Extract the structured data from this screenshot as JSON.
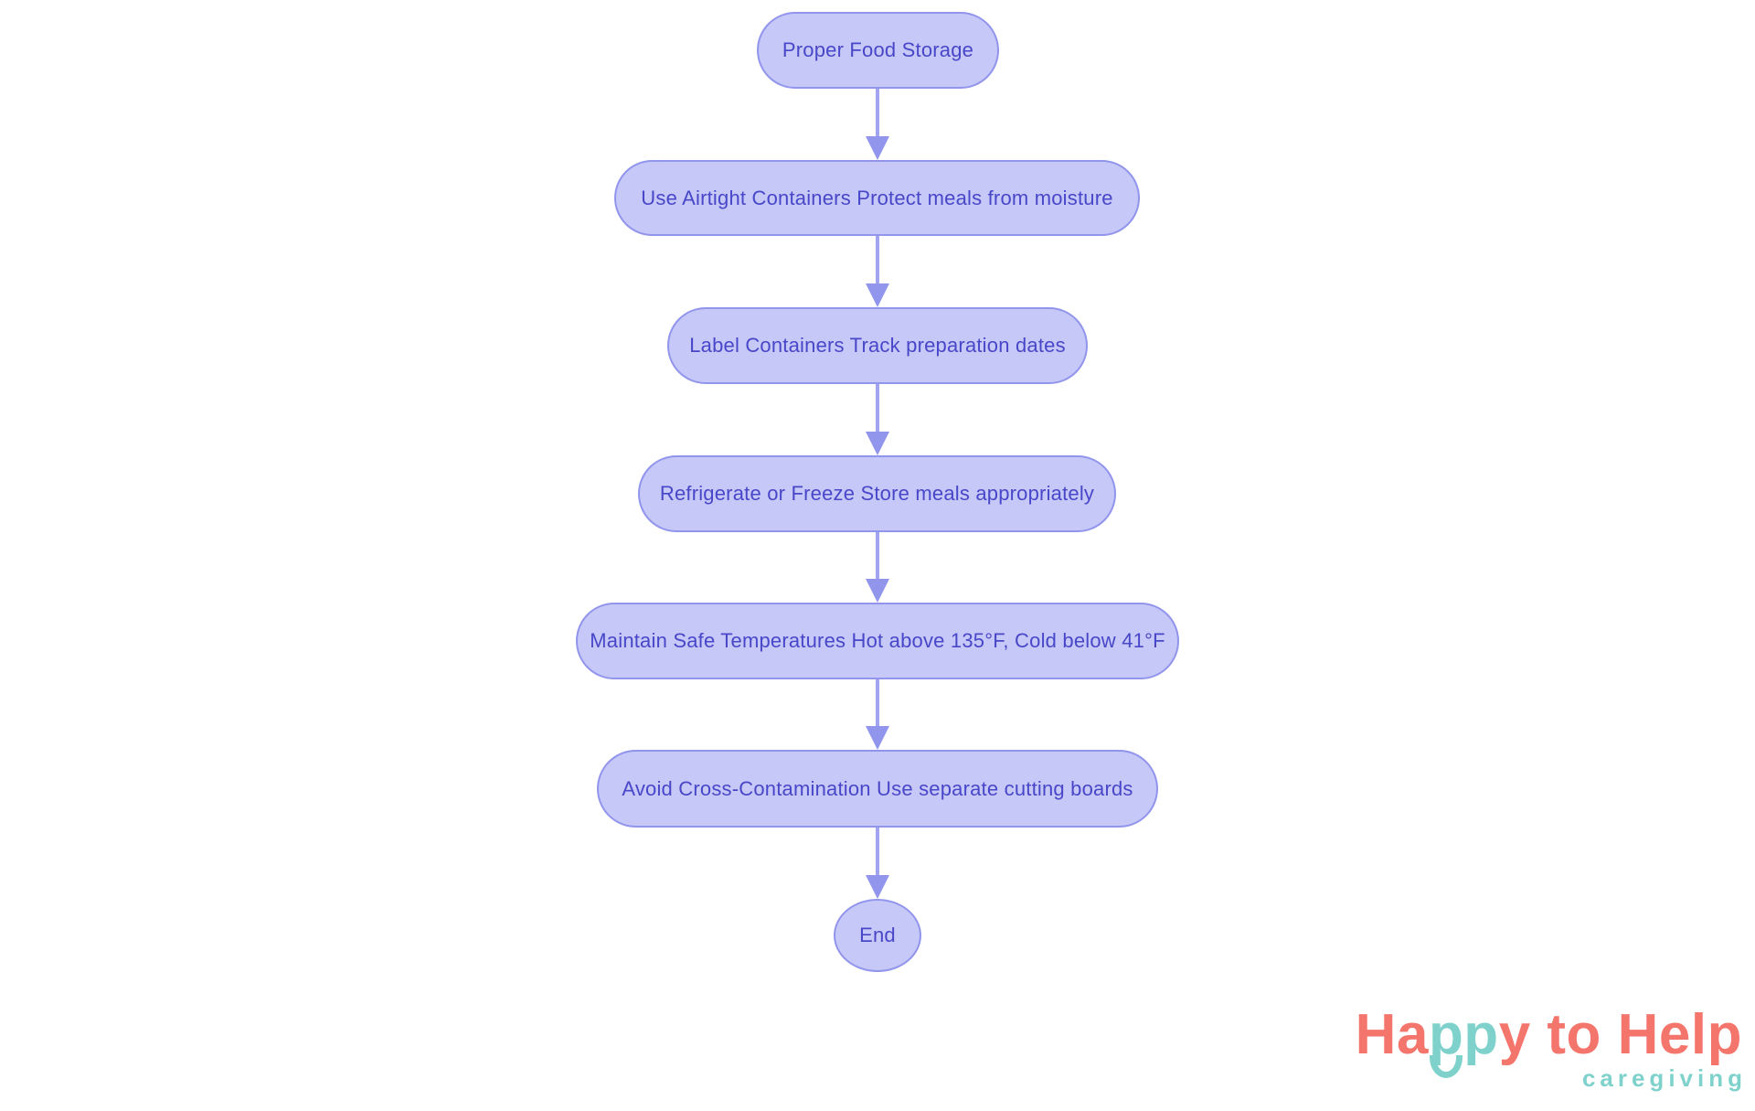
{
  "flowchart": {
    "type": "flowchart",
    "direction": "top-down",
    "nodes": [
      {
        "id": "start",
        "shape": "pill",
        "label": "Proper Food Storage"
      },
      {
        "id": "airtight-containers",
        "shape": "pill",
        "label": "Use Airtight Containers Protect meals from moisture"
      },
      {
        "id": "label-containers",
        "shape": "pill",
        "label": "Label Containers Track preparation dates"
      },
      {
        "id": "refrigerate-freeze",
        "shape": "pill",
        "label": "Refrigerate or Freeze Store meals appropriately"
      },
      {
        "id": "safe-temperatures",
        "shape": "pill",
        "label": "Maintain Safe Temperatures Hot above 135°F, Cold below 41°F"
      },
      {
        "id": "cross-contamination",
        "shape": "pill",
        "label": "Avoid Cross-Contamination Use separate cutting boards"
      },
      {
        "id": "end",
        "shape": "circle",
        "label": "End"
      }
    ],
    "edges": [
      {
        "from": "start",
        "to": "airtight-containers"
      },
      {
        "from": "airtight-containers",
        "to": "label-containers"
      },
      {
        "from": "label-containers",
        "to": "refrigerate-freeze"
      },
      {
        "from": "refrigerate-freeze",
        "to": "safe-temperatures"
      },
      {
        "from": "safe-temperatures",
        "to": "cross-contamination"
      },
      {
        "from": "cross-contamination",
        "to": "end"
      }
    ],
    "colors": {
      "node_fill": "#C6C8F7",
      "node_border": "#9195EC",
      "node_text": "#4847C9",
      "arrow": "#9EA2F0"
    }
  },
  "logo": {
    "word_part_1": "Ha",
    "word_part_2": "pp",
    "word_part_3": "y to Help",
    "subtitle": "caregiving",
    "smile_icon": "smile-arc",
    "colors": {
      "coral": "#F4756B",
      "teal": "#7FD2CC"
    }
  }
}
